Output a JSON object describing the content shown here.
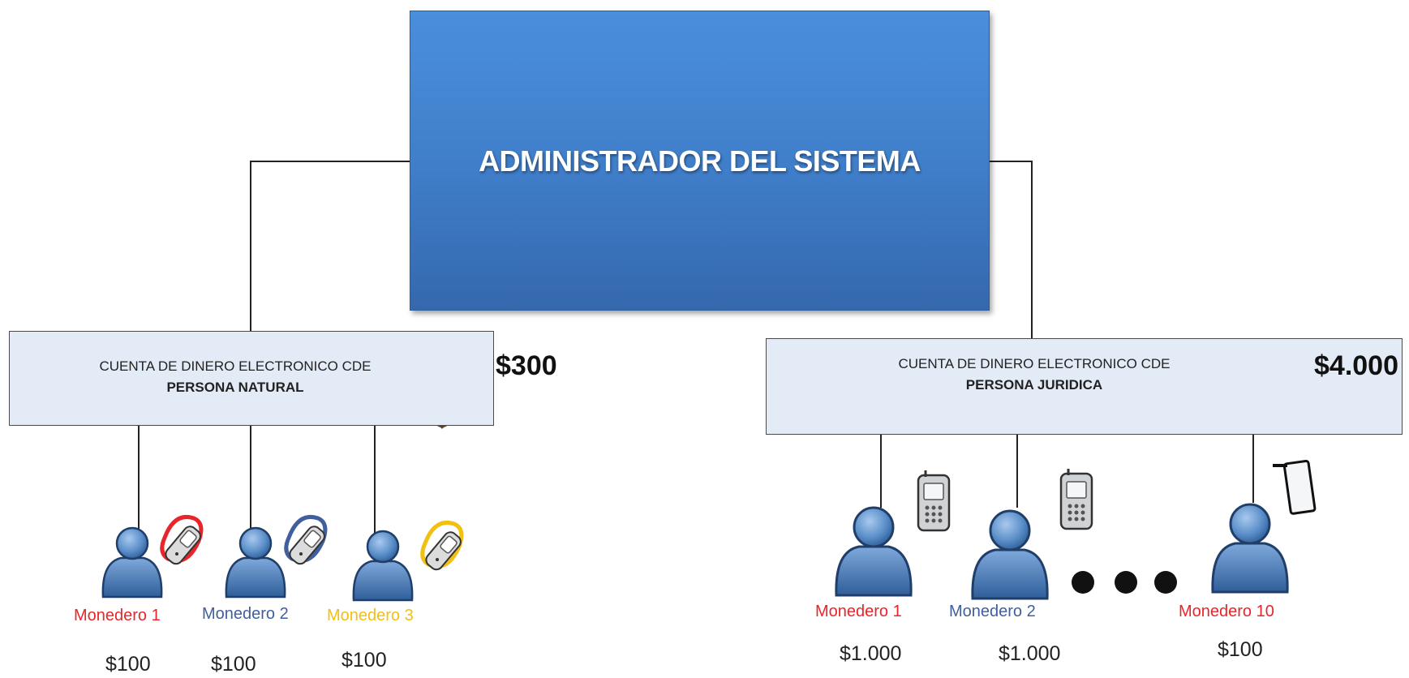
{
  "admin": {
    "title": "ADMINISTRADOR DEL SISTEMA"
  },
  "accounts": [
    {
      "line1": "CUENTA DE DINERO ELECTRONICO CDE",
      "line2": "PERSONA NATURAL",
      "amount": "$300",
      "wallets": [
        {
          "label": "Monedero 1",
          "amount": "$100",
          "color": "#e8252a"
        },
        {
          "label": "Monedero 2",
          "amount": "$100",
          "color": "#3f5f9e"
        },
        {
          "label": "Monedero 3",
          "amount": "$100",
          "color": "#f2c010"
        }
      ]
    },
    {
      "line1": "CUENTA DE DINERO ELECTRONICO CDE",
      "line2": "PERSONA JURIDICA",
      "amount": "$4.000",
      "wallets": [
        {
          "label": "Monedero 1",
          "amount": "$1.000",
          "color": "#e8252a"
        },
        {
          "label": "Monedero 2",
          "amount": "$1.000",
          "color": "#3f5f9e"
        },
        {
          "label": "Monedero 10",
          "amount": "$100",
          "color": "#e8252a"
        }
      ]
    }
  ],
  "colors": {
    "admin_fill": "#4380d3",
    "account_fill": "#e3ebf6",
    "person_fill": "#5b8fc9"
  },
  "icons": [
    "desk-worker-icon",
    "safe-operator-icon",
    "flip-phone-icon",
    "mobile-phone-icon",
    "tablet-icon",
    "person-icon",
    "ellipsis-dots-icon"
  ]
}
